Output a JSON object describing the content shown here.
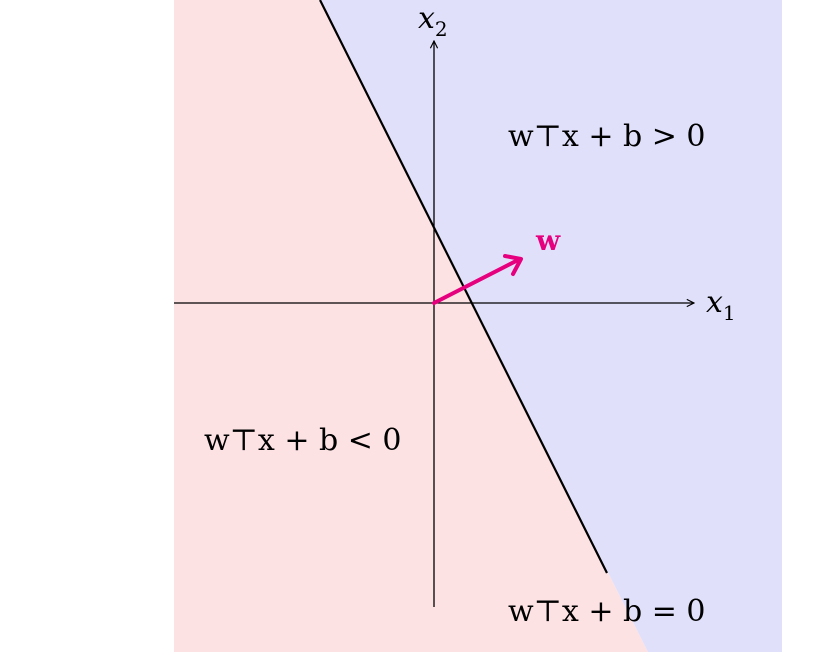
{
  "axes": {
    "x_label": {
      "base": "x",
      "sub": "1"
    },
    "y_label": {
      "base": "x",
      "sub": "2"
    }
  },
  "vector": {
    "label": "w",
    "color": "#e6007e"
  },
  "regions": {
    "positive": {
      "label": "w⊤x + b > 0",
      "color": "#e0e0fb"
    },
    "negative": {
      "label": "w⊤x + b < 0",
      "color": "#fde2e4"
    }
  },
  "boundary": {
    "label": "w⊤x + b = 0"
  },
  "colors": {
    "axis": "#000000",
    "boundary_line": "#000000"
  }
}
